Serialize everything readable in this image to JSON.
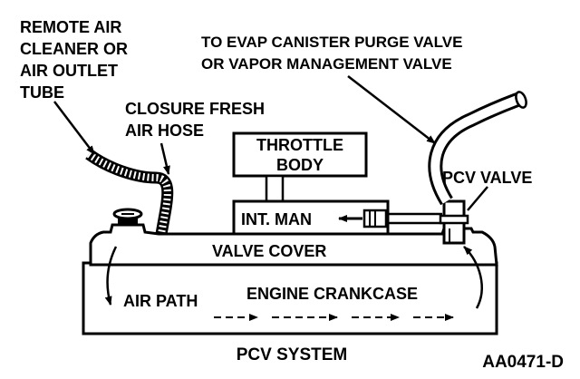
{
  "labels": {
    "remote_air_1": "REMOTE AIR",
    "remote_air_2": "CLEANER OR",
    "remote_air_3": "AIR OUTLET",
    "remote_air_4": "TUBE",
    "closure_1": "CLOSURE FRESH",
    "closure_2": "AIR HOSE",
    "evap_1": "TO EVAP CANISTER PURGE VALVE",
    "evap_2": "OR VAPOR MANAGEMENT VALVE",
    "throttle_1": "THROTTLE",
    "throttle_2": "BODY",
    "int_man": "INT. MAN",
    "pcv_valve": "PCV VALVE",
    "valve_cover": "VALVE COVER",
    "air_path": "AIR PATH",
    "engine_crankcase": "ENGINE CRANKCASE",
    "title": "PCV SYSTEM",
    "figure_code": "AA0471-D"
  },
  "colors": {
    "ink": "#000000",
    "paper": "#ffffff"
  }
}
